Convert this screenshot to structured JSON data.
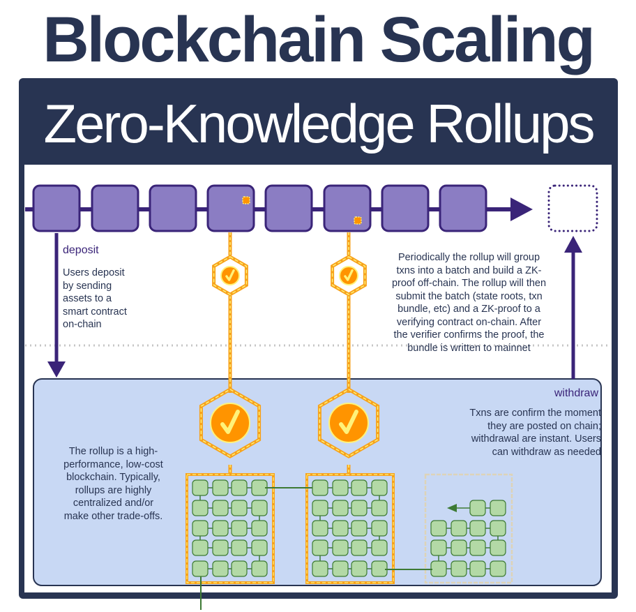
{
  "header": {
    "title": "Blockchain Scaling",
    "subtitle": "Zero-Knowledge Rollups"
  },
  "mainchain": {
    "block_count": 8,
    "blocks_with_marker": [
      3,
      5
    ],
    "pending_block": "empty dotted block",
    "direction": "right"
  },
  "deposit": {
    "label": "deposit",
    "description_lines": [
      "Users deposit",
      "by sending",
      "assets to a",
      "smart contract",
      "on-chain"
    ]
  },
  "batch_note": {
    "lines": [
      "Periodically the rollup will group",
      "txns into a batch and build a ZK-",
      "proof off-chain. The rollup will then",
      "submit the batch (state roots, txn",
      "bundle, etc) and a ZK-proof to a",
      "verifying contract on-chain. After",
      "the verifier confirms the proof, the",
      "bundle is written to mainnet"
    ]
  },
  "withdraw": {
    "label": "withdraw",
    "description_lines": [
      "Txns are confirm the moment",
      "they are posted on chain;",
      "withdrawal are instant. Users",
      "can withdraw as needed"
    ]
  },
  "rollup_note": {
    "lines": [
      "The rollup is a high-",
      "performance, low-cost",
      "blockchain. Typically,",
      "rollups are highly",
      "centralized and/or",
      "make other trade-offs."
    ]
  },
  "batches": [
    {
      "status": "verified",
      "rows": 5,
      "cols": 4,
      "filled": 20
    },
    {
      "status": "verified",
      "rows": 5,
      "cols": 4,
      "filled": 20
    },
    {
      "status": "pending",
      "rows": 4,
      "cols": 4,
      "filled": 14
    }
  ],
  "icons": {
    "proof_check": "check-circle-icon",
    "mainchain_arrow": "arrow-right-icon",
    "deposit_arrow": "arrow-down-icon",
    "withdraw_arrow": "arrow-up-icon"
  },
  "colors": {
    "navy": "#283452",
    "chain_purple": "#3a2478",
    "block_fill": "#8b7dc3",
    "orange": "#f7a21b",
    "proof_orange": "#ff9400",
    "check_yellow": "#fff27a",
    "rollup_bg": "#c8d8f4",
    "tx_green_fill": "#b3d9a6",
    "tx_green_stroke": "#3d7a34",
    "pending_border": "#ddd3b8"
  }
}
